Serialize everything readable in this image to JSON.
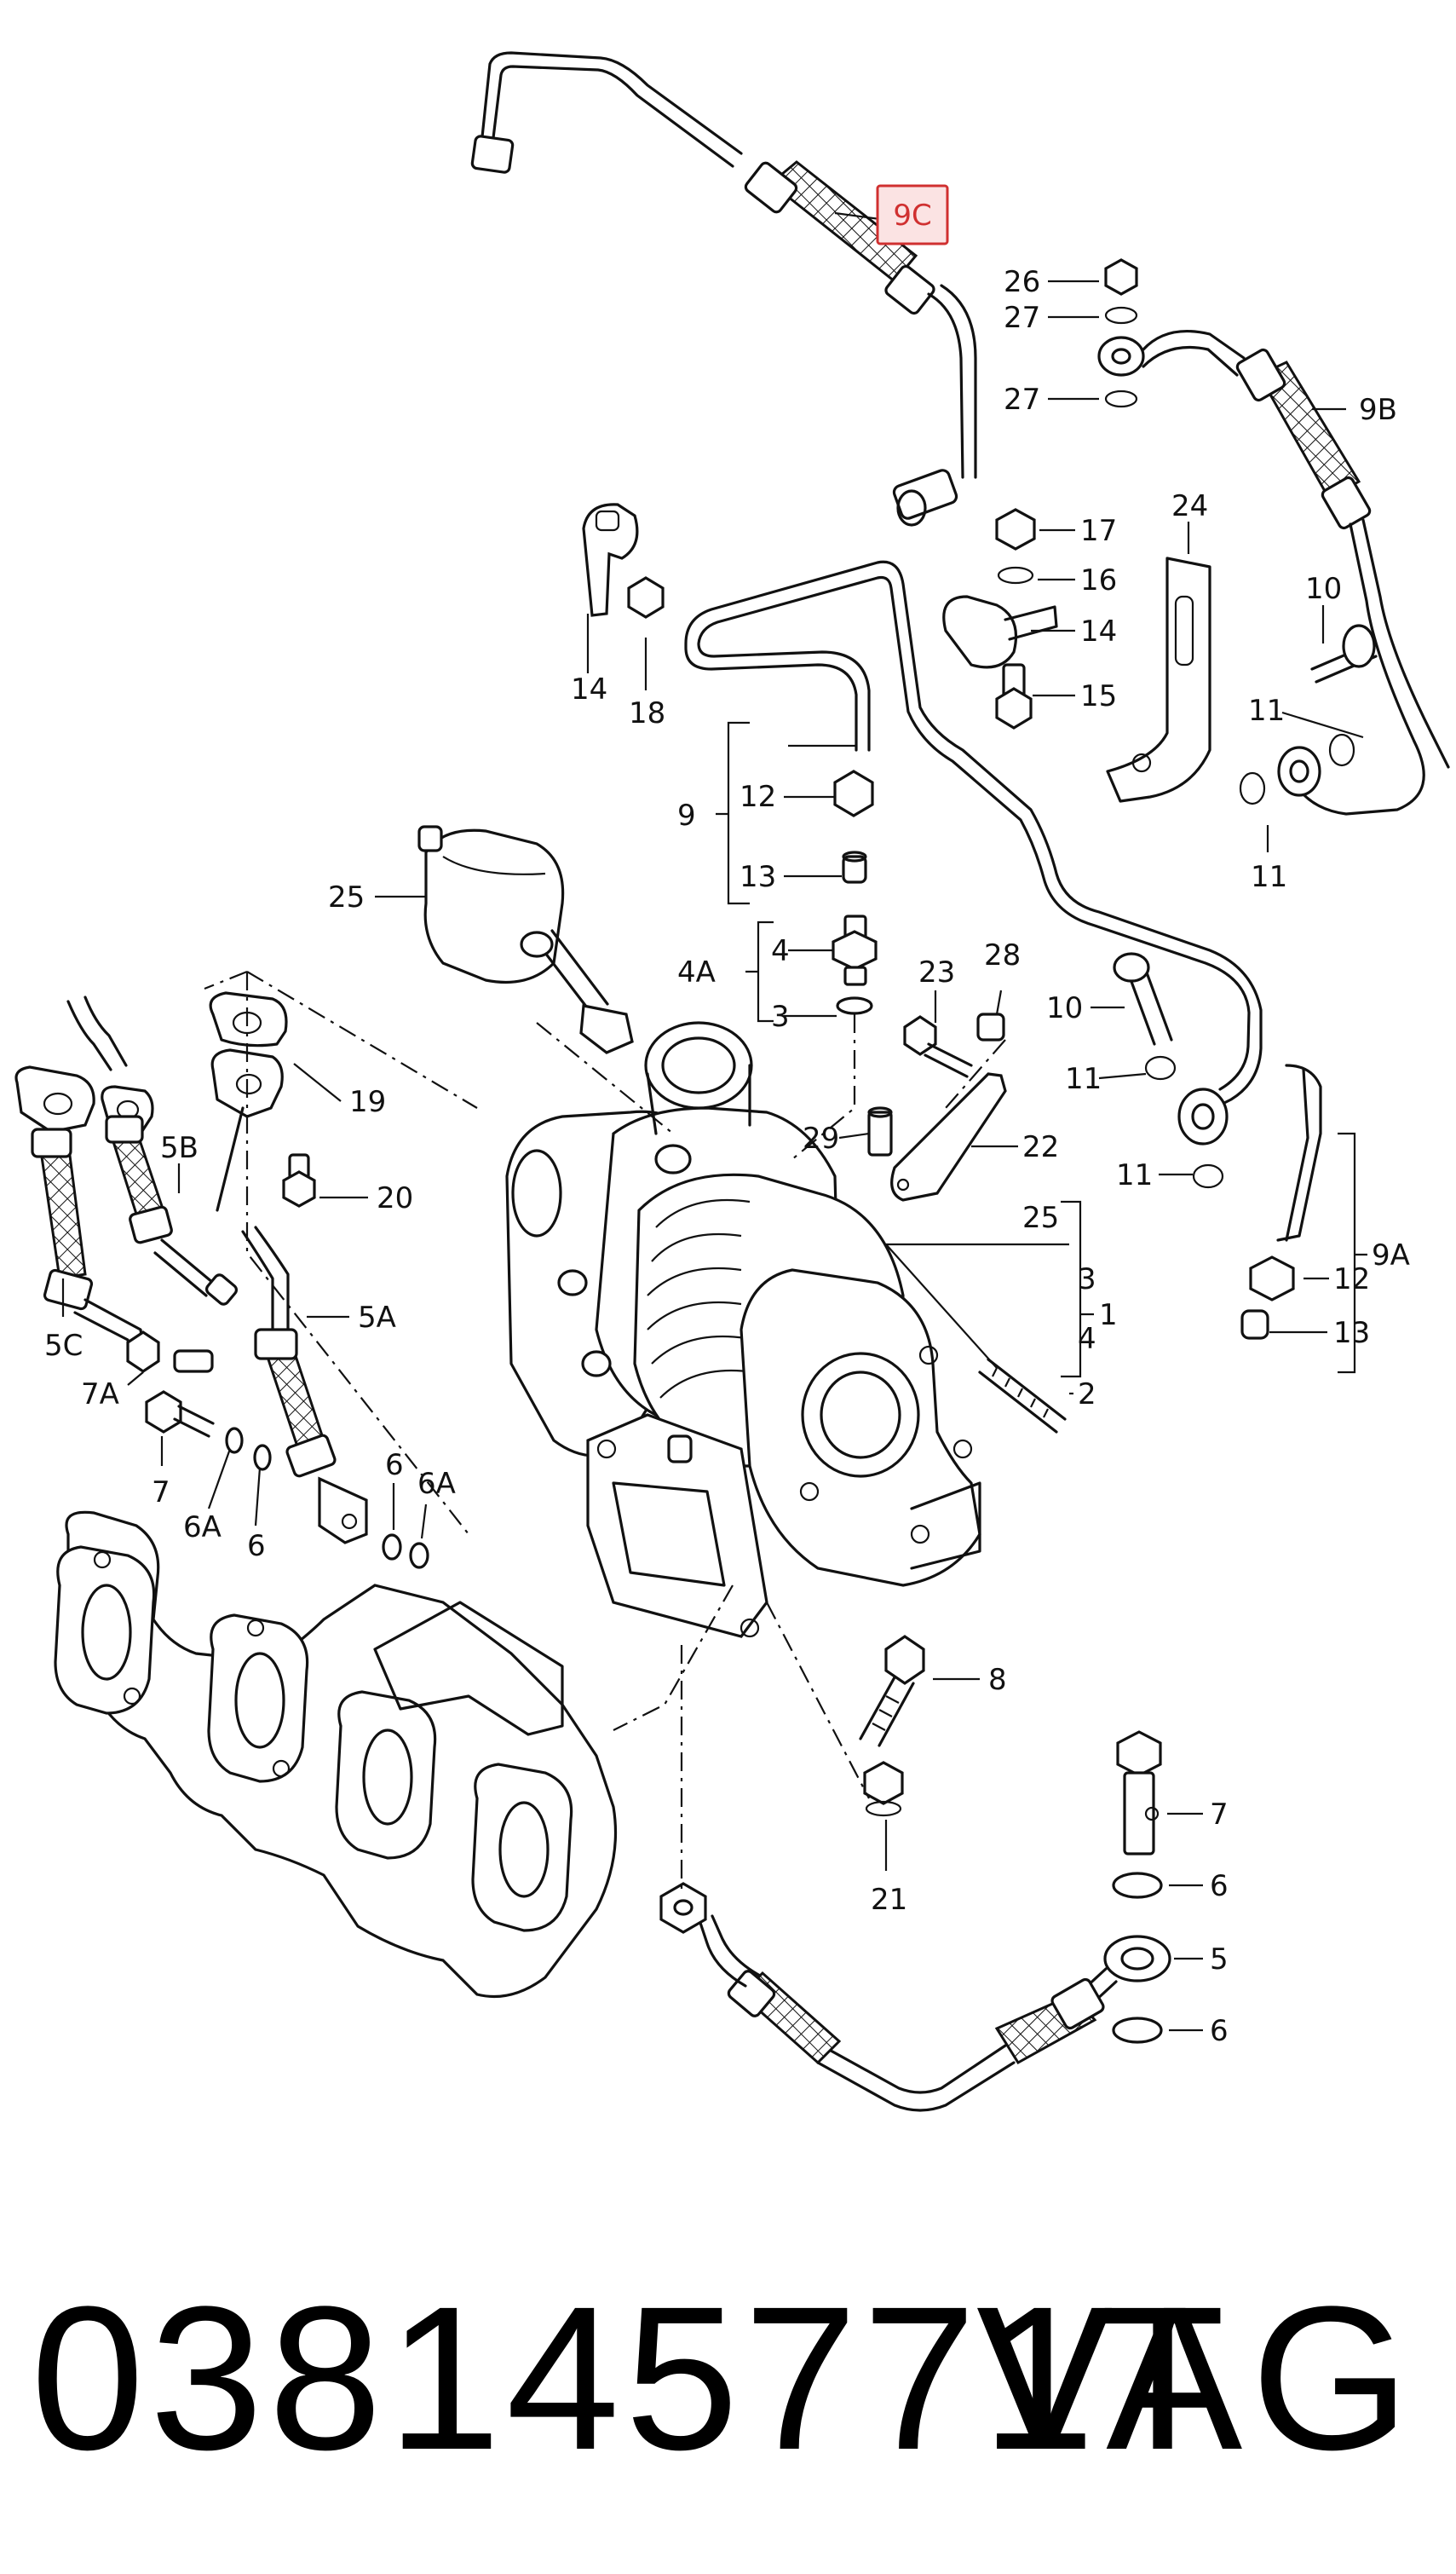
{
  "callouts": {
    "c9C": "9C",
    "c26": "26",
    "c27a": "27",
    "c27b": "27",
    "c9B": "9B",
    "c17": "17",
    "c24": "24",
    "c16": "16",
    "c14a": "14",
    "c10a": "10",
    "c15": "15",
    "c14b": "14",
    "c18": "18",
    "c11a": "11",
    "c11b": "11",
    "c9": "9",
    "c12a": "12",
    "c13a": "13",
    "c25a": "25",
    "c4": "4",
    "c4A": "4A",
    "c3a": "3",
    "c23": "23",
    "c28": "28",
    "c10b": "10",
    "c11c": "11",
    "c19": "19",
    "c29": "29",
    "c22": "22",
    "c11d": "11",
    "c5B": "5B",
    "c20": "20",
    "c25b": "25",
    "c12b": "12",
    "c9A": "9A",
    "c3b": "3",
    "c1": "1",
    "c13b": "13",
    "c5A": "5A",
    "c4b": "4",
    "c5C": "5C",
    "c2": "2",
    "c7A": "7A",
    "c6a": "6",
    "c6Aa": "6A",
    "c7a": "7",
    "c6Ab": "6A",
    "c6b": "6",
    "c8": "8",
    "c7b": "7",
    "c6c": "6",
    "c21": "21",
    "c5": "5",
    "c6d": "6"
  },
  "highlight_color": "#d03030",
  "footer": {
    "part_number": "038145771T",
    "brand": "VAG"
  }
}
